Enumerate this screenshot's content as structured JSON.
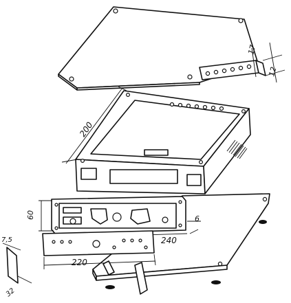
{
  "dimensions": {
    "cover_width": "200",
    "bracket_h1": "17",
    "bracket_h2": "12",
    "front_height": "60",
    "front_depth": "6",
    "front_length": "240",
    "plate_length": "220",
    "strip_width": "7,5",
    "strip_length": "32"
  }
}
